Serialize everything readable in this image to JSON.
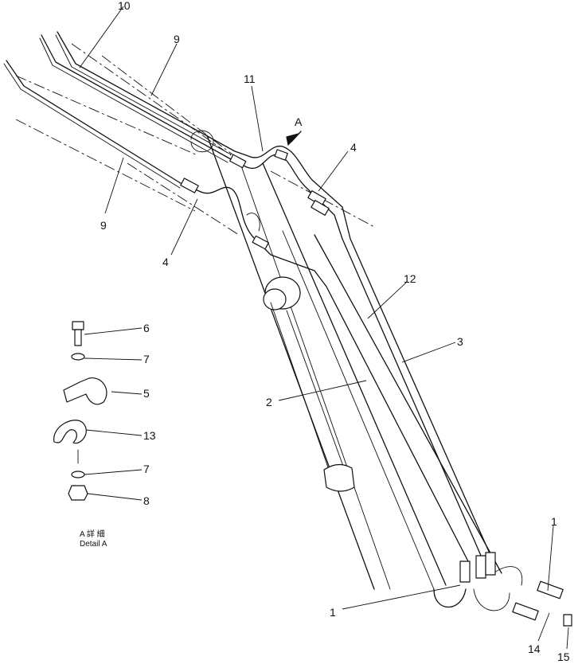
{
  "callouts": {
    "c1a": "1",
    "c1b": "1",
    "c2": "2",
    "c3": "3",
    "c4a": "4",
    "c4b": "4",
    "c5": "5",
    "c6": "6",
    "c7a": "7",
    "c7b": "7",
    "c8": "8",
    "c9a": "9",
    "c9b": "9",
    "c10": "10",
    "c11": "11",
    "c12": "12",
    "c13": "13",
    "c14": "14",
    "c15": "15"
  },
  "view_arrow_label": "A",
  "detail": {
    "line1": "A 詳 細",
    "line2": "Detail A"
  }
}
